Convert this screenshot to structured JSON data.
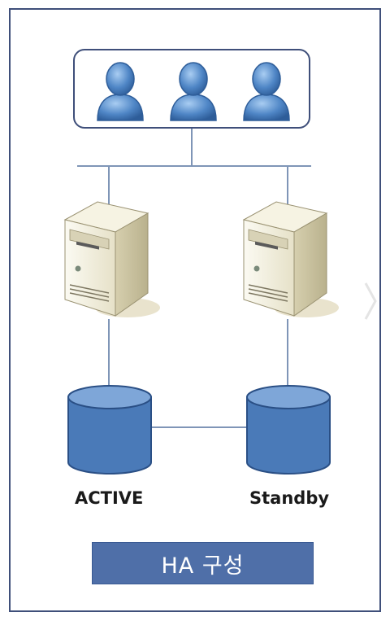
{
  "users": [
    {
      "icon": "user-icon"
    },
    {
      "icon": "user-icon"
    },
    {
      "icon": "user-icon"
    }
  ],
  "servers": [
    {
      "icon": "server-icon"
    },
    {
      "icon": "server-icon"
    }
  ],
  "databases": [
    {
      "icon": "database-icon",
      "label": "ACTIVE"
    },
    {
      "icon": "database-icon",
      "label": "Standby"
    }
  ],
  "caption": "HA 구성",
  "colors": {
    "frame": "#3f4f7a",
    "connector": "#7f95b7",
    "user_fill": "#4f86c6",
    "database_fill": "#4a7ab8",
    "caption_bg": "#4f6fa8"
  }
}
